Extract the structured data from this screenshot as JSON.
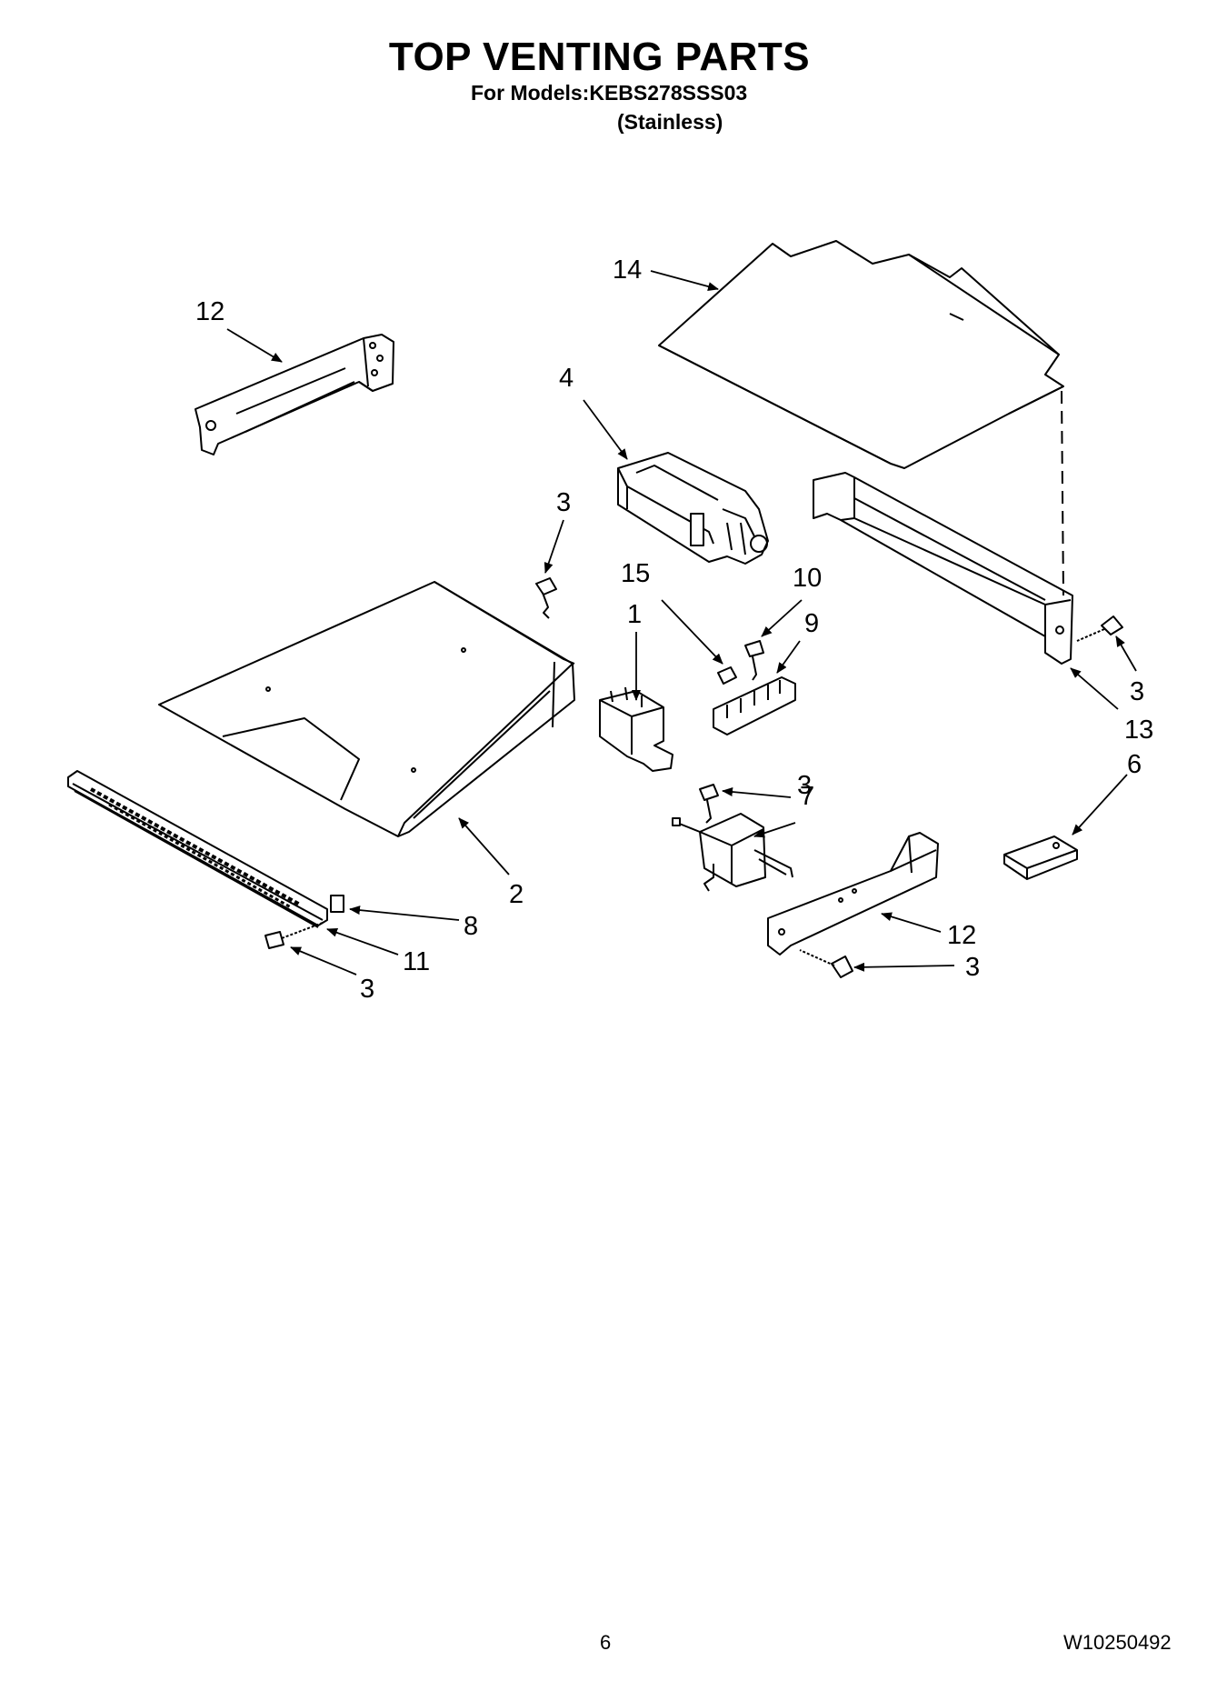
{
  "header": {
    "title": "TOP VENTING PARTS",
    "models": "For Models:KEBS278SSS03",
    "finish": "(Stainless)"
  },
  "footer": {
    "page_number": "6",
    "document_number": "W10250492"
  },
  "callouts": [
    "14",
    "12",
    "4",
    "3",
    "15",
    "10",
    "1",
    "9",
    "3",
    "13",
    "6",
    "3",
    "7",
    "2",
    "8",
    "11",
    "3",
    "12",
    "3"
  ]
}
